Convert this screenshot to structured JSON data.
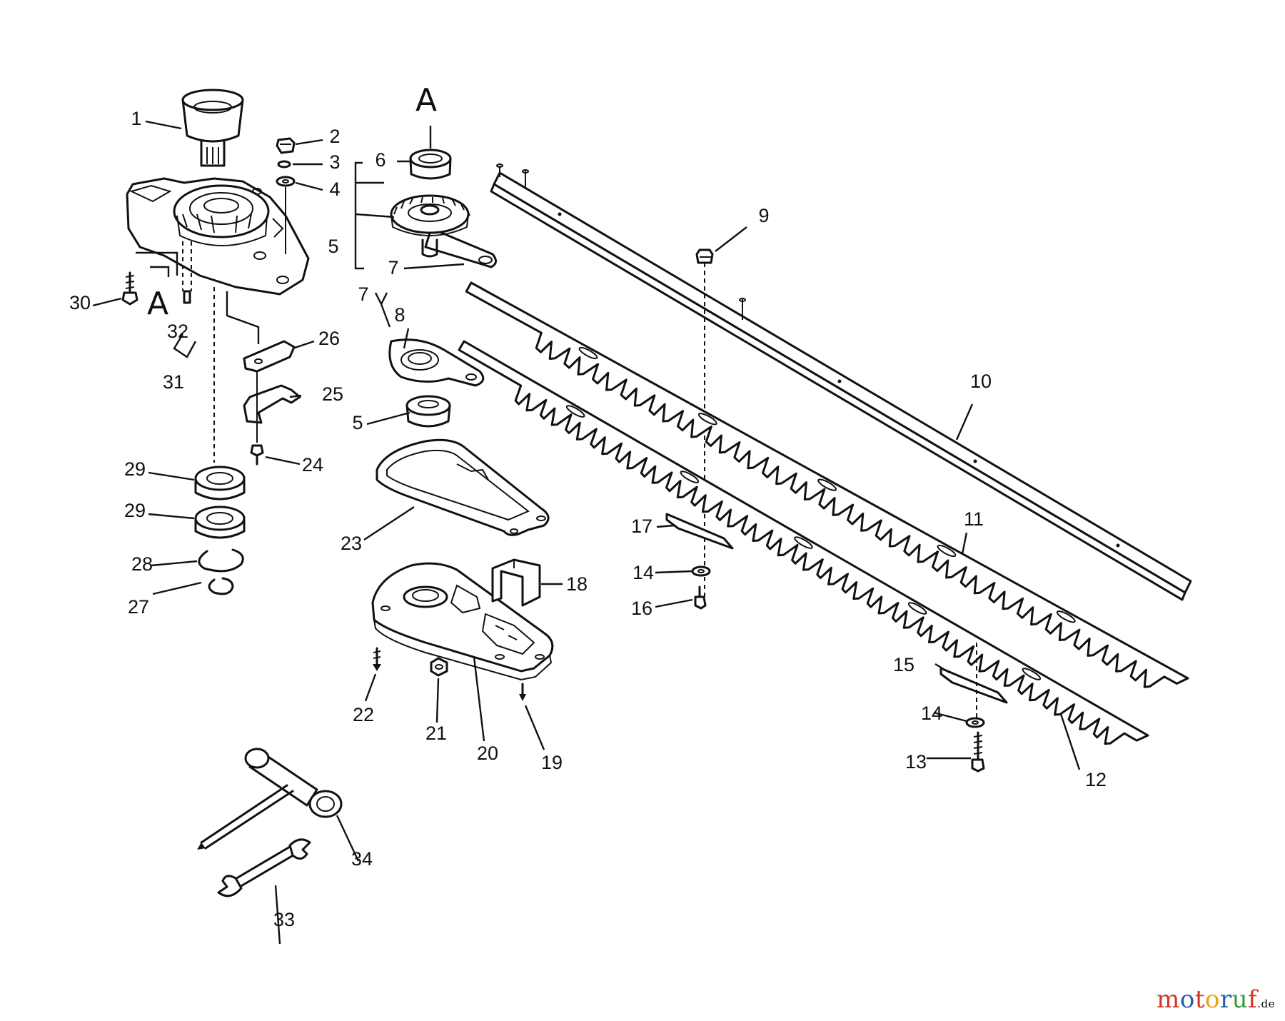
{
  "labels": [
    {
      "id": "1",
      "text": "1"
    },
    {
      "id": "2",
      "text": "2"
    },
    {
      "id": "3",
      "text": "3"
    },
    {
      "id": "4",
      "text": "4"
    },
    {
      "id": "5a",
      "text": "5"
    },
    {
      "id": "5b",
      "text": "5"
    },
    {
      "id": "6",
      "text": "6"
    },
    {
      "id": "7a",
      "text": "7"
    },
    {
      "id": "7b",
      "text": "7"
    },
    {
      "id": "8",
      "text": "8"
    },
    {
      "id": "9",
      "text": "9"
    },
    {
      "id": "10",
      "text": "10"
    },
    {
      "id": "11",
      "text": "11"
    },
    {
      "id": "12",
      "text": "12"
    },
    {
      "id": "13",
      "text": "13"
    },
    {
      "id": "14a",
      "text": "14"
    },
    {
      "id": "14b",
      "text": "14"
    },
    {
      "id": "15",
      "text": "15"
    },
    {
      "id": "16",
      "text": "16"
    },
    {
      "id": "17",
      "text": "17"
    },
    {
      "id": "18",
      "text": "18"
    },
    {
      "id": "19",
      "text": "19"
    },
    {
      "id": "20",
      "text": "20"
    },
    {
      "id": "21",
      "text": "21"
    },
    {
      "id": "22",
      "text": "22"
    },
    {
      "id": "23",
      "text": "23"
    },
    {
      "id": "24",
      "text": "24"
    },
    {
      "id": "25",
      "text": "25"
    },
    {
      "id": "26",
      "text": "26"
    },
    {
      "id": "27",
      "text": "27"
    },
    {
      "id": "28",
      "text": "28"
    },
    {
      "id": "29a",
      "text": "29"
    },
    {
      "id": "29b",
      "text": "29"
    },
    {
      "id": "30",
      "text": "30"
    },
    {
      "id": "31",
      "text": "31"
    },
    {
      "id": "32",
      "text": "32"
    },
    {
      "id": "33",
      "text": "33"
    },
    {
      "id": "34",
      "text": "34"
    }
  ],
  "reference_marks": [
    {
      "id": "A_top",
      "text": "A"
    },
    {
      "id": "A_left",
      "text": "A"
    }
  ],
  "watermark": {
    "letters": [
      "m",
      "o",
      "t",
      "o",
      "r",
      "u",
      "f"
    ],
    "colors": [
      "#d0342c",
      "#2a5db0",
      "#d0342c",
      "#e8a317",
      "#2a5db0",
      "#3a9a3a",
      "#d0342c"
    ],
    "suffix": ".de"
  }
}
